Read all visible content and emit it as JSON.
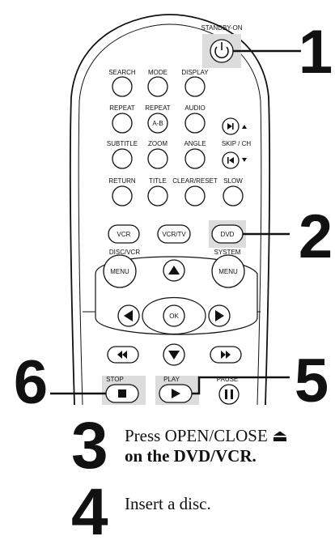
{
  "remote": {
    "labels": {
      "standby_on": "STANDBY-ON",
      "search": "SEARCH",
      "mode": "MODE",
      "display": "DISPLAY",
      "repeat": "REPEAT",
      "repeat_ab": "REPEAT",
      "audio": "AUDIO",
      "subtitle": "SUBTITLE",
      "zoom": "ZOOM",
      "angle": "ANGLE",
      "skip_ch": "SKIP / CH",
      "return": "RETURN",
      "title": "TITLE",
      "clear_reset": "CLEAR/RESET",
      "slow": "SLOW",
      "disc_vcr": "DISC/VCR",
      "system": "SYSTEM",
      "stop": "STOP",
      "play": "PLAY",
      "pause": "PAUSE"
    },
    "buttons": {
      "ab": "A-B",
      "vcr": "VCR",
      "vcr_tv": "VCR/TV",
      "dvd": "DVD",
      "menu_left": "MENU",
      "menu_right": "MENU",
      "ok": "OK"
    },
    "icons": {
      "power": "power-icon",
      "skip_next": "skip-next-icon",
      "skip_prev": "skip-previous-icon",
      "up": "arrow-up-icon",
      "down": "arrow-down-icon",
      "left": "arrow-left-icon",
      "right": "arrow-right-icon",
      "rewind": "rewind-icon",
      "ffwd": "fast-forward-icon",
      "stop": "stop-icon",
      "play": "play-icon",
      "pause": "pause-icon"
    }
  },
  "callouts": {
    "c1": "1",
    "c2": "2",
    "c5": "5",
    "c6": "6"
  },
  "steps": [
    {
      "number": "3",
      "line1": "Press OPEN/CLOSE ⏏",
      "line2": "on the DVD/VCR."
    },
    {
      "number": "4",
      "line1": "Insert a disc."
    }
  ]
}
